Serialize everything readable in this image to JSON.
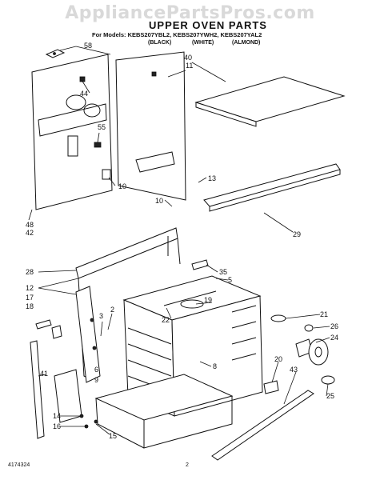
{
  "header": {
    "watermark": "AppliancePartsPros.com",
    "title": "UPPER OVEN PARTS",
    "models_line": "For Models: KEBS207YBL2, KEBS207YWH2, KEBS207YAL2",
    "variants": [
      "(BLACK)",
      "(WHITE)",
      "(ALMOND)"
    ]
  },
  "footer": {
    "doc_number": "4174324",
    "page_number": "2"
  },
  "callouts": {
    "c58": "58",
    "c40": "40",
    "c11": "11",
    "c44": "44",
    "c55": "55",
    "c10a": "10",
    "c13": "13",
    "c10b": "10",
    "c48": "48",
    "c42": "42",
    "c29": "29",
    "c28": "28",
    "c35": "35",
    "c12": "12",
    "c5": "5",
    "c17": "17",
    "c18": "18",
    "c19": "19",
    "c21": "21",
    "c3": "3",
    "c2": "2",
    "c22": "22",
    "c26": "26",
    "c24": "24",
    "c8": "8",
    "c41": "41",
    "c6": "6",
    "c9": "9",
    "c20": "20",
    "c43": "43",
    "c25": "25",
    "c14": "14",
    "c16": "16",
    "c15": "15"
  }
}
